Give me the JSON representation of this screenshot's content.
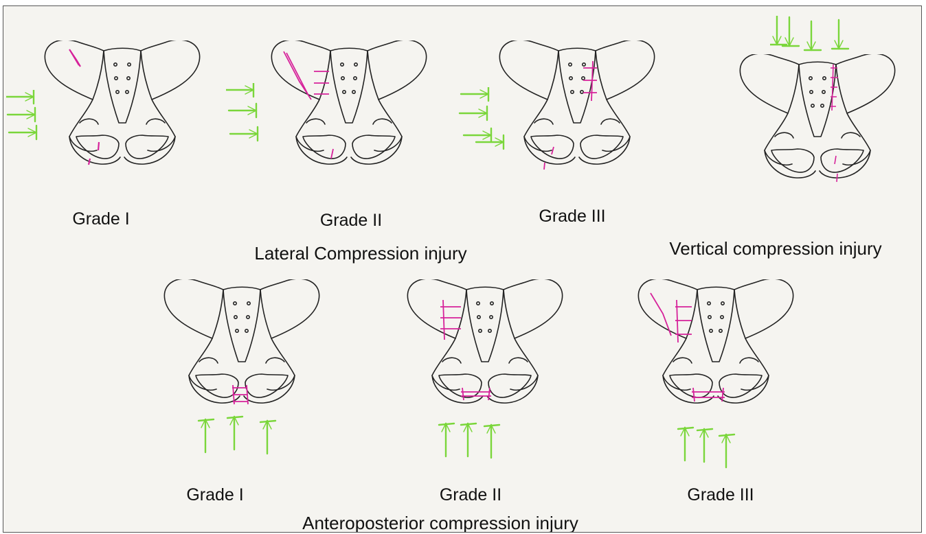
{
  "colors": {
    "background": "#f5f4f0",
    "outline": "#222222",
    "fracture": "#d6229a",
    "force": "#7ad63a"
  },
  "lateral_compression": {
    "title": "Lateral Compression injury",
    "grades": [
      "Grade I",
      "Grade II",
      "Grade III"
    ]
  },
  "vertical_compression": {
    "title": "Vertical compression injury"
  },
  "anteroposterior_compression": {
    "title": "Anteroposterior compression injury",
    "grades": [
      "Grade I",
      "Grade II",
      "Grade III"
    ]
  },
  "icons": [
    "pelvis-drawing-icon",
    "force-arrow-icon",
    "fracture-line-icon"
  ]
}
